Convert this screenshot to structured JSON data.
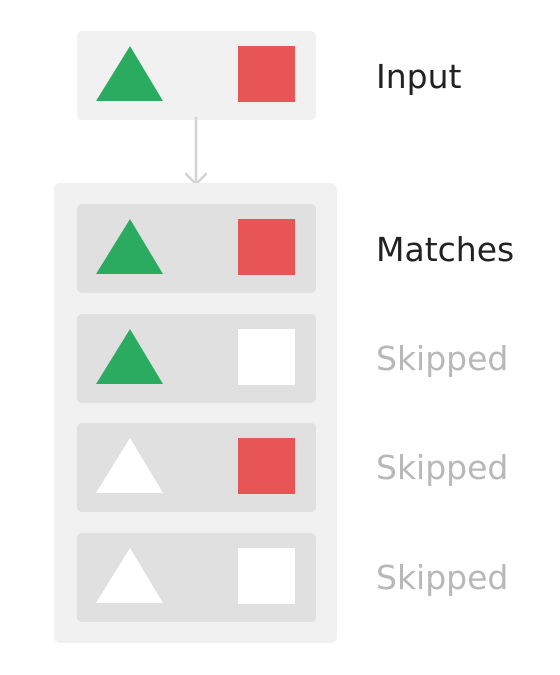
{
  "colors": {
    "triangle_on": "#2aab5f",
    "square_on": "#e85556",
    "shape_off": "#ffffff",
    "label_active": "#222222",
    "label_inactive": "#b8b8b8",
    "arrow": "#d4d4d4"
  },
  "input": {
    "label": "Input",
    "triangle": true,
    "square": true
  },
  "rows": [
    {
      "label": "Matches",
      "triangle": true,
      "square": true,
      "active": true
    },
    {
      "label": "Skipped",
      "triangle": true,
      "square": false,
      "active": false
    },
    {
      "label": "Skipped",
      "triangle": false,
      "square": true,
      "active": false
    },
    {
      "label": "Skipped",
      "triangle": false,
      "square": false,
      "active": false
    }
  ]
}
